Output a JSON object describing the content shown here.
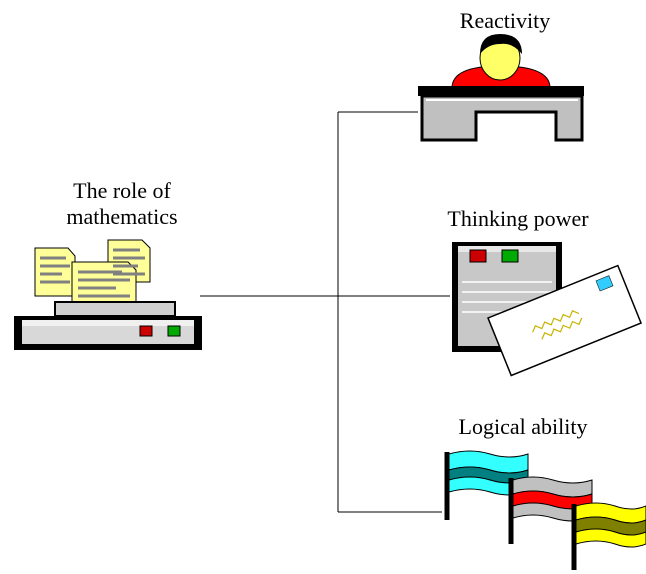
{
  "diagram": {
    "root": {
      "line1": "The role of",
      "line2": "mathematics",
      "icon": "printer-with-documents-icon"
    },
    "children": [
      {
        "label": "Reactivity",
        "icon": "person-at-desk-icon"
      },
      {
        "label": "Thinking power",
        "icon": "computer-tower-with-envelope-icon"
      },
      {
        "label": "Logical ability",
        "icon": "flags-icon"
      }
    ]
  },
  "colors": {
    "line": "#000000",
    "paper": "#ffff99",
    "desk": "#c0c0c0",
    "shirt": "#ff0000",
    "flag_cyan": "#33ffff",
    "flag_teal": "#008080",
    "flag_red": "#ff0000",
    "flag_olive": "#808000",
    "flag_yellow": "#ffff00"
  }
}
